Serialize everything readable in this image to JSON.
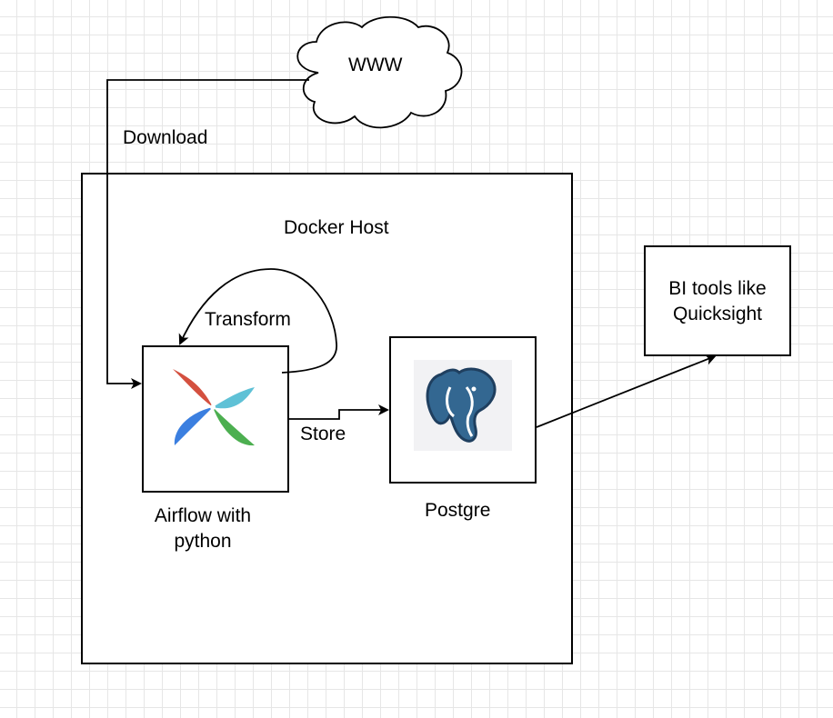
{
  "nodes": {
    "www": {
      "label": "WWW"
    },
    "docker_host": {
      "label": "Docker Host"
    },
    "airflow": {
      "label_line1": "Airflow with",
      "label_line2": "python",
      "icon": "airflow-pinwheel-icon"
    },
    "postgres": {
      "label": "Postgre",
      "icon": "postgresql-elephant-icon"
    },
    "bi_tools": {
      "label_line1": "BI tools like",
      "label_line2": "Quicksight"
    }
  },
  "edges": {
    "download": {
      "label": "Download",
      "from": "www",
      "to": "airflow"
    },
    "transform": {
      "label": "Transform",
      "from": "airflow",
      "to": "airflow"
    },
    "store": {
      "label": "Store",
      "from": "airflow",
      "to": "postgres"
    },
    "export": {
      "label": "",
      "from": "postgres",
      "to": "bi_tools"
    }
  },
  "colors": {
    "grid": "#e6e6e6",
    "stroke": "#000000",
    "airflow_red": "#d4503f",
    "airflow_teal": "#5fc1d6",
    "airflow_blue": "#3b7fe0",
    "airflow_green": "#4caf50",
    "postgres_blue": "#336791",
    "postgres_bg": "#f2f2f4"
  }
}
